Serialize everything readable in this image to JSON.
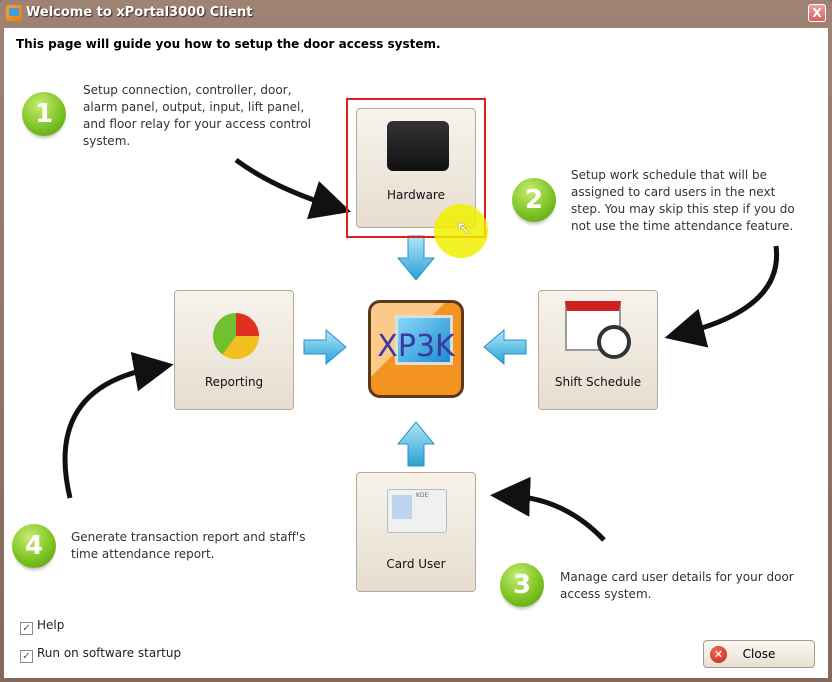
{
  "window": {
    "title": "Welcome to xPortal3000 Client",
    "close_glyph": "X"
  },
  "intro": "This page will guide you how to setup the door access system.",
  "steps": [
    {
      "number": "1",
      "text": "Setup connection, controller, door, alarm panel, output, input, lift panel, and floor relay for your access control system."
    },
    {
      "number": "2",
      "text": "Setup work schedule that will be assigned to card users in the next step. You may skip this step if you do not use the time attendance feature."
    },
    {
      "number": "3",
      "text": "Manage card user details for your door access system."
    },
    {
      "number": "4",
      "text": "Generate transaction report and staff's time attendance report."
    }
  ],
  "tiles": {
    "hardware": "Hardware",
    "reporting": "Reporting",
    "shift": "Shift Schedule",
    "card": "Card User",
    "card_name": "KDE"
  },
  "logo": "XP3K",
  "options": [
    {
      "label": "Help",
      "checked": true
    },
    {
      "label": "Run on software startup",
      "checked": true
    }
  ],
  "close_label": "Close"
}
